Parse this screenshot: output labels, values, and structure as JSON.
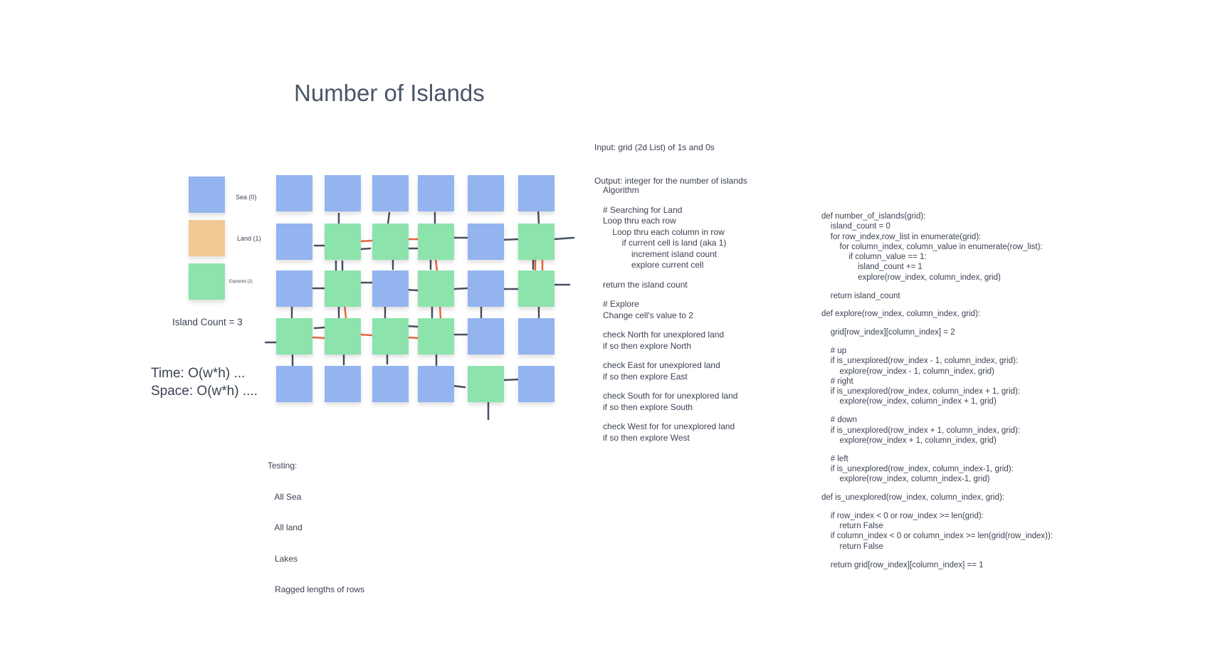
{
  "title": "Number of Islands",
  "colors": {
    "sea": "#93b4ee",
    "land": "#f0c994",
    "explored": "#8ce3ac",
    "link": "#475063",
    "link_explored": "#f0643c"
  },
  "legend": [
    {
      "label": "Sea (0)",
      "kind": "sea"
    },
    {
      "label": "Land (1)",
      "kind": "land"
    },
    {
      "label": "Explored (2)",
      "kind": "explored"
    }
  ],
  "island_count": "Island Count = 3",
  "complexity": [
    "Time: O(w*h) ...",
    "Space: O(w*h) ...."
  ],
  "grid": [
    [
      "sea",
      "sea",
      "sea",
      "sea",
      "sea",
      "sea"
    ],
    [
      "sea",
      "explored",
      "explored",
      "explored",
      "sea",
      "explored"
    ],
    [
      "sea",
      "explored",
      "sea",
      "explored",
      "sea",
      "explored"
    ],
    [
      "explored",
      "explored",
      "explored",
      "explored",
      "sea",
      "sea"
    ],
    [
      "sea",
      "sea",
      "sea",
      "sea",
      "explored",
      "sea"
    ]
  ],
  "testing": [
    "Testing:",
    "   All Sea",
    "   All land",
    "   Lakes",
    "   Ragged lengths of rows"
  ],
  "io": [
    "Input: grid (2d List) of 1s and 0s",
    "Output: integer for the number of islands"
  ],
  "algorithm": [
    "Algorithm",
    "",
    "# Searching for Land",
    "Loop thru each row",
    "    Loop thru each column in row",
    "        if current cell is land (aka 1)",
    "            increment island count",
    "            explore current cell",
    "",
    "return the island count",
    "",
    "# Explore",
    "Change cell's value to 2",
    "",
    "check North for unexplored land",
    "if so then explore North",
    "",
    "check East for unexplored land",
    "if so then explore East",
    "",
    "check South for for unexplored land",
    "if so then explore South",
    "",
    "check West for for unexplored land",
    "if so then explore West"
  ],
  "code": [
    "def number_of_islands(grid):",
    "    island_count = 0",
    "    for row_index,row_list in enumerate(grid):",
    "        for column_index, column_value in enumerate(row_list):",
    "            if column_value == 1:",
    "                island_count += 1",
    "                explore(row_index, column_index, grid)",
    "",
    "    return island_count",
    "",
    "def explore(row_index, column_index, grid):",
    "",
    "    grid[row_index][column_index] = 2",
    "",
    "    # up",
    "    if is_unexplored(row_index - 1, column_index, grid):",
    "        explore(row_index - 1, column_index, grid)",
    "    # right",
    "    if is_unexplored(row_index, column_index + 1, grid):",
    "        explore(row_index, column_index + 1, grid)",
    "",
    "    # down",
    "    if is_unexplored(row_index + 1, column_index, grid):",
    "        explore(row_index + 1, column_index, grid)",
    "",
    "    # left",
    "    if is_unexplored(row_index, column_index-1, grid):",
    "        explore(row_index, column_index-1, grid)",
    "",
    "def is_unexplored(row_index, column_index, grid):",
    "",
    "    if row_index < 0 or row_index >= len(grid):",
    "        return False",
    "    if column_index < 0 or column_index >= len(grid(row_index)):",
    "        return False",
    "",
    "    return grid[row_index][column_index] == 1"
  ]
}
